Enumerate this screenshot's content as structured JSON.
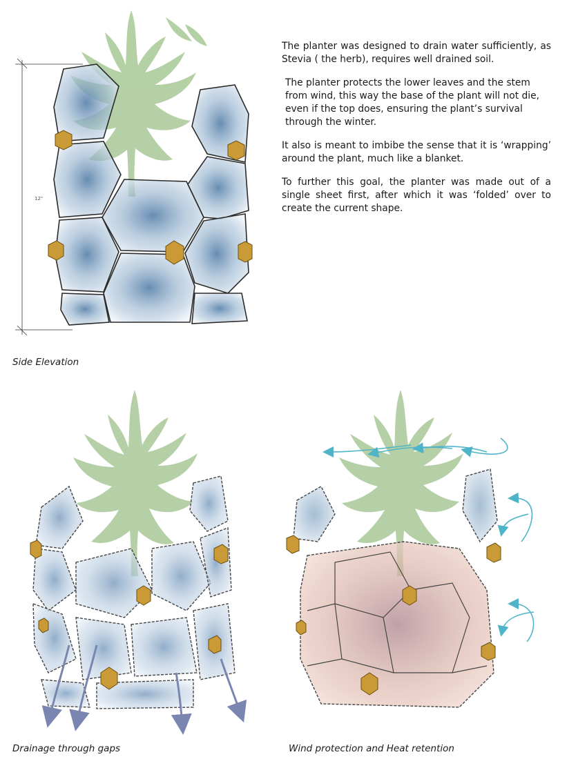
{
  "description": {
    "paragraphs": [
      "The planter was designed to drain water sufficiently, as Stevia ( the herb), requires well drained soil.",
      "The planter  protects the lower leaves and the stem from wind, this way the base of the plant will not die, even if the top does, ensuring the plant’s survival through the winter.",
      "It also is meant to imbibe the sense that it is ‘wrapping’ around the plant, much like a blanket.",
      "To further this goal, the planter was made out of a single sheet first, after which it was ‘folded’ over to create the current shape."
    ]
  },
  "side_elevation": {
    "caption": "Side Elevation",
    "dimension_label": "12\""
  },
  "drainage": {
    "caption": "Drainage through gaps"
  },
  "wind": {
    "caption": "Wind protection and Heat retention"
  },
  "colors": {
    "plant_green": "#a8c896",
    "panel_blue": "#6f93b7",
    "connector_gold": "#c99a36",
    "wind_arrow": "#4fb4c8",
    "drain_arrow": "#7a86b0",
    "heat_tint": "#e6b7a8"
  }
}
